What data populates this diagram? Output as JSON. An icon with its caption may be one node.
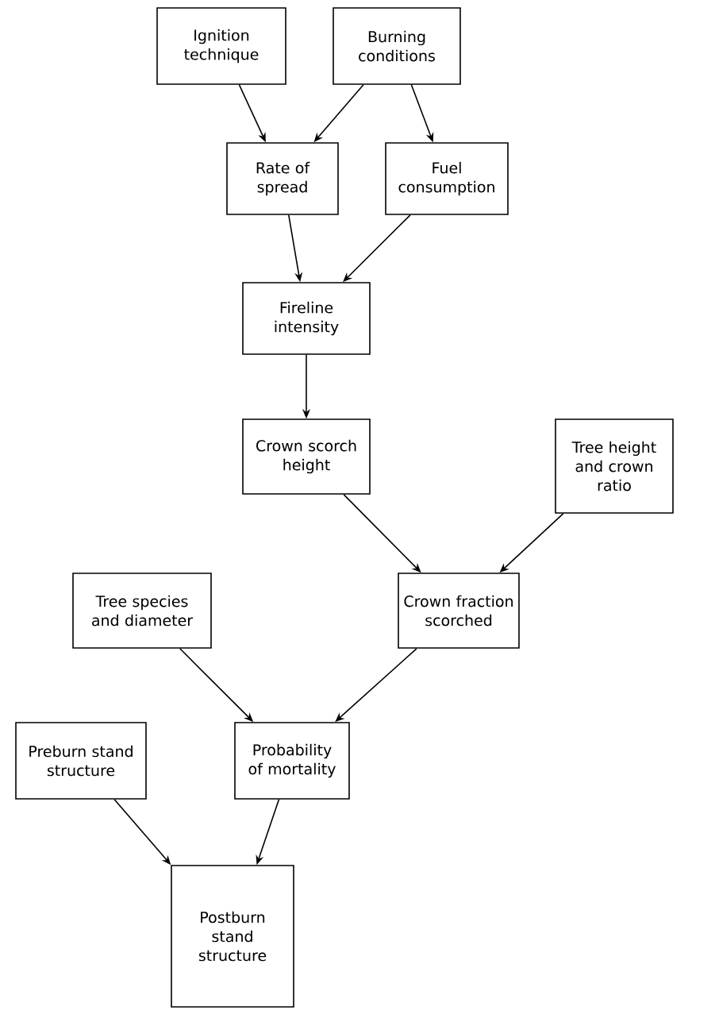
{
  "diagram": {
    "nodes": [
      {
        "text": [
          "Ignition technique"
        ]
      },
      {
        "text": [
          "Burning conditions"
        ]
      },
      {
        "text": [
          "Rate of spread"
        ]
      },
      {
        "text": [
          "Fuel consumption"
        ]
      },
      {
        "text": [
          "Fireline intensity"
        ]
      },
      {
        "text": [
          "Crown scorch height"
        ]
      },
      {
        "text": [
          "Tree height and crown ratio"
        ]
      },
      {
        "text": [
          "Crown fraction scorched"
        ]
      },
      {
        "text": [
          "Tree species and diameter"
        ]
      },
      {
        "text": [
          "Preburn stand structure"
        ]
      },
      {
        "text": [
          "Probability of mortality"
        ]
      },
      {
        "text": [
          "Postburn stand structure"
        ]
      }
    ],
    "edges": [
      {
        "from": 0,
        "to": 2,
        "arrow": "to"
      },
      {
        "from": 1,
        "to": 2,
        "arrow": "to"
      },
      {
        "from": 1,
        "to": 3,
        "arrow": "to"
      },
      {
        "from": 2,
        "to": 4,
        "arrow": "to"
      },
      {
        "from": 3,
        "to": 4,
        "arrow": "to"
      },
      {
        "from": 4,
        "to": 5,
        "arrow": "to"
      },
      {
        "from": 5,
        "to": 7,
        "arrow": "to"
      },
      {
        "from": 6,
        "to": 7,
        "arrow": "to"
      },
      {
        "from": 8,
        "to": 10,
        "arrow": "to"
      },
      {
        "from": 7,
        "to": 10,
        "arrow": "to"
      },
      {
        "from": 9,
        "to": 11,
        "arrow": "to"
      },
      {
        "from": 10,
        "to": 11,
        "arrow": "to"
      }
    ]
  }
}
